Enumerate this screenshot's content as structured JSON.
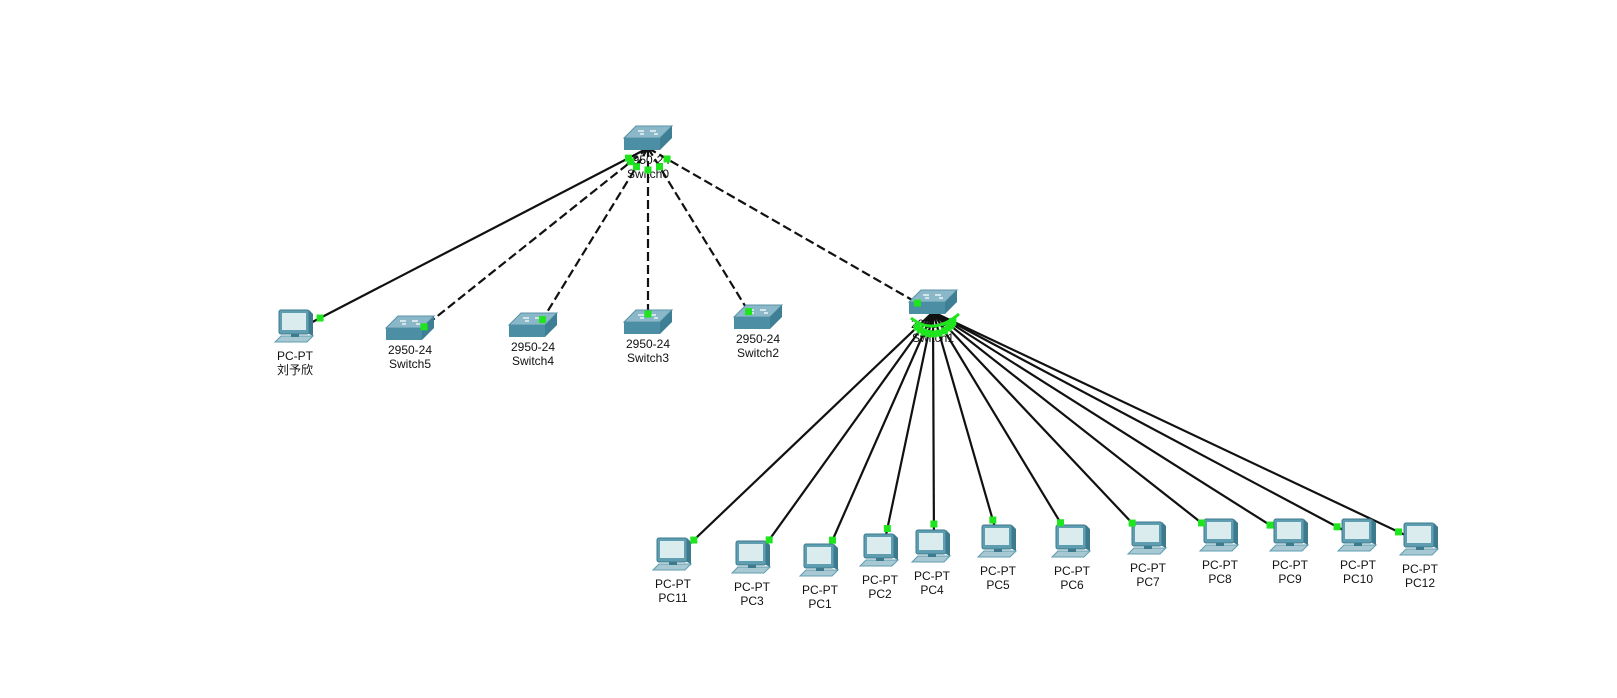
{
  "colors": {
    "background": "#ffffff",
    "link": "#111111",
    "link_up": "#1fe51f",
    "switch_top": "#8ab8c8",
    "switch_side": "#3f7f95",
    "pc_body": "#5f9db1",
    "pc_screen": "#dbecef"
  },
  "devices": {
    "switch0": {
      "model": "2950-24",
      "name": "Switch0",
      "icon": "switch-icon"
    },
    "switch1": {
      "model": "2950-24",
      "name": "Switch1",
      "icon": "switch-icon"
    },
    "switch2": {
      "model": "2950-24",
      "name": "Switch2",
      "icon": "switch-icon"
    },
    "switch3": {
      "model": "2950-24",
      "name": "Switch3",
      "icon": "switch-icon"
    },
    "switch4": {
      "model": "2950-24",
      "name": "Switch4",
      "icon": "switch-icon"
    },
    "switch5": {
      "model": "2950-24",
      "name": "Switch5",
      "icon": "switch-icon"
    },
    "pc_liu": {
      "model": "PC-PT",
      "name": "刘予欣",
      "icon": "pc-icon"
    },
    "pc1": {
      "model": "PC-PT",
      "name": "PC1",
      "icon": "pc-icon"
    },
    "pc2": {
      "model": "PC-PT",
      "name": "PC2",
      "icon": "pc-icon"
    },
    "pc3": {
      "model": "PC-PT",
      "name": "PC3",
      "icon": "pc-icon"
    },
    "pc4": {
      "model": "PC-PT",
      "name": "PC4",
      "icon": "pc-icon"
    },
    "pc5": {
      "model": "PC-PT",
      "name": "PC5",
      "icon": "pc-icon"
    },
    "pc6": {
      "model": "PC-PT",
      "name": "PC6",
      "icon": "pc-icon"
    },
    "pc7": {
      "model": "PC-PT",
      "name": "PC7",
      "icon": "pc-icon"
    },
    "pc8": {
      "model": "PC-PT",
      "name": "PC8",
      "icon": "pc-icon"
    },
    "pc9": {
      "model": "PC-PT",
      "name": "PC9",
      "icon": "pc-icon"
    },
    "pc10": {
      "model": "PC-PT",
      "name": "PC10",
      "icon": "pc-icon"
    },
    "pc11": {
      "model": "PC-PT",
      "name": "PC11",
      "icon": "pc-icon"
    },
    "pc12": {
      "model": "PC-PT",
      "name": "PC12",
      "icon": "pc-icon"
    }
  },
  "links": [
    {
      "from": "switch0",
      "to": "pc_liu",
      "cable": "straight"
    },
    {
      "from": "switch0",
      "to": "switch5",
      "cable": "crossover"
    },
    {
      "from": "switch0",
      "to": "switch4",
      "cable": "crossover"
    },
    {
      "from": "switch0",
      "to": "switch3",
      "cable": "crossover"
    },
    {
      "from": "switch0",
      "to": "switch2",
      "cable": "crossover"
    },
    {
      "from": "switch0",
      "to": "switch1",
      "cable": "crossover"
    },
    {
      "from": "switch1",
      "to": "pc11",
      "cable": "straight"
    },
    {
      "from": "switch1",
      "to": "pc3",
      "cable": "straight"
    },
    {
      "from": "switch1",
      "to": "pc1",
      "cable": "straight"
    },
    {
      "from": "switch1",
      "to": "pc2",
      "cable": "straight"
    },
    {
      "from": "switch1",
      "to": "pc4",
      "cable": "straight"
    },
    {
      "from": "switch1",
      "to": "pc5",
      "cable": "straight"
    },
    {
      "from": "switch1",
      "to": "pc6",
      "cable": "straight"
    },
    {
      "from": "switch1",
      "to": "pc7",
      "cable": "straight"
    },
    {
      "from": "switch1",
      "to": "pc8",
      "cable": "straight"
    },
    {
      "from": "switch1",
      "to": "pc9",
      "cable": "straight"
    },
    {
      "from": "switch1",
      "to": "pc10",
      "cable": "straight"
    },
    {
      "from": "switch1",
      "to": "pc12",
      "cable": "straight"
    }
  ]
}
